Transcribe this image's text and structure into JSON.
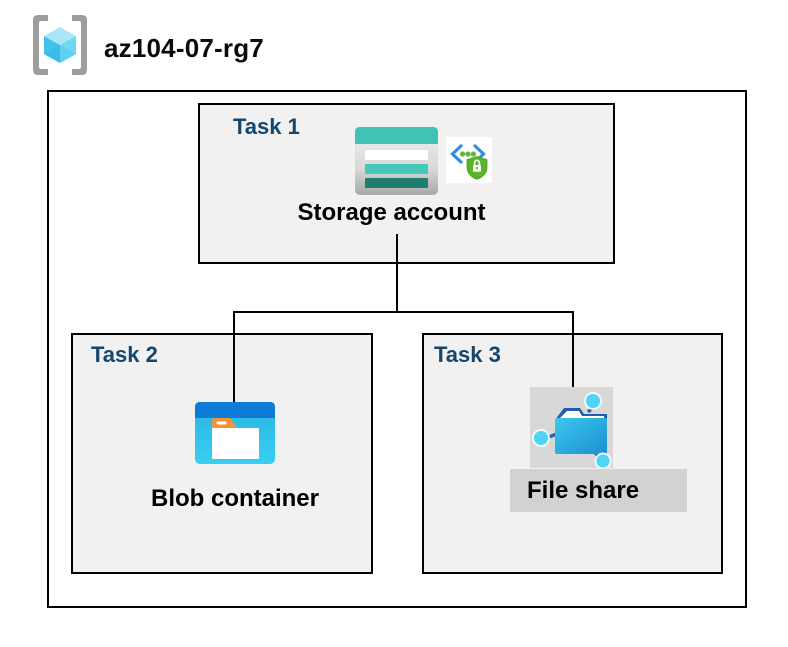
{
  "header": {
    "resource_group_name": "az104-07-rg7",
    "icon": "resource-group-icon"
  },
  "tasks": [
    {
      "label": "Task 1",
      "node": {
        "name": "Storage account",
        "icons": [
          "storage-account-icon",
          "sas-lock-icon"
        ]
      }
    },
    {
      "label": "Task 2",
      "node": {
        "name": "Blob container",
        "icons": [
          "blob-container-icon"
        ]
      }
    },
    {
      "label": "Task 3",
      "node": {
        "name": "File share",
        "icons": [
          "file-share-icon"
        ]
      }
    }
  ],
  "connections": [
    {
      "from": "Storage account",
      "to": "Blob container"
    },
    {
      "from": "Storage account",
      "to": "File share"
    }
  ],
  "colors": {
    "task_label": "#17466b",
    "box_fill": "#f1f1f1",
    "outline": "#000000",
    "storage_teal_band": "#3ec3b4",
    "storage_teal_stripe": "#45c8b8",
    "storage_teal_dark": "#1e7d6f",
    "blob_top_bar_blue": "#0e7bd7",
    "blob_body_cyan": "#31c4ea",
    "blob_tab_orange": "#f09437",
    "fileshare_folder_blue": "#1b8fd1",
    "fileshare_node_cyan": "#4fd4f4",
    "fileshare_flap_blue": "#1d5fae",
    "fileshare_icon_bg": "#d8d8d8",
    "fileshare_label_bg": "#d2d2d2",
    "sas_shield_green": "#5bb327",
    "sas_bracket_blue": "#2e8fe2",
    "cube_cyan_light": "#a7e7f7",
    "cube_cyan_mid": "#6fd6f4",
    "cube_cyan_dark": "#40c2ed",
    "bracket_gray": "#9d9d9d"
  }
}
